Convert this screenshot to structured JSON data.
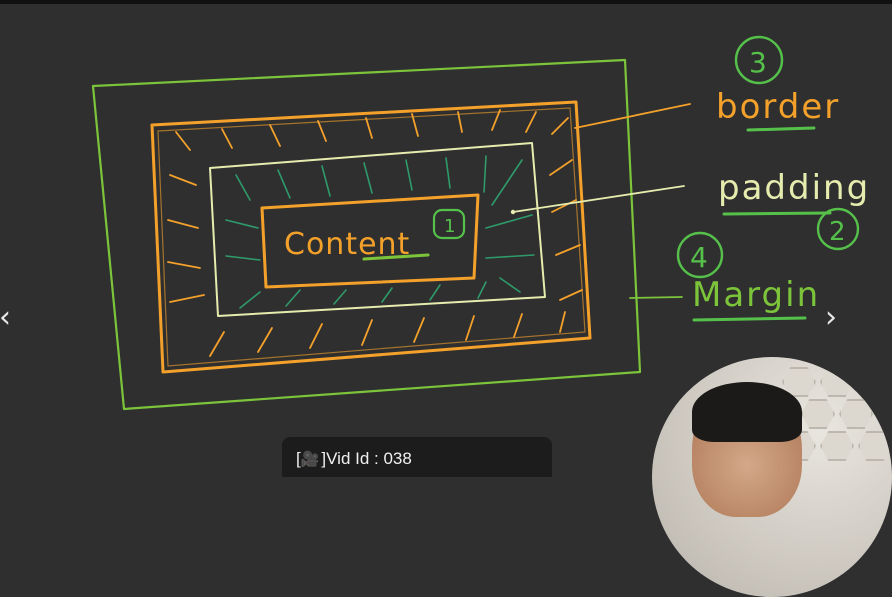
{
  "diagram": {
    "content_label": "Content",
    "labels": {
      "border": "border",
      "padding": "padding",
      "margin": "Margin"
    },
    "circled_numbers": {
      "content": "1",
      "padding": "2",
      "border": "3",
      "margin": "4"
    },
    "colors": {
      "background": "#2f2f30",
      "margin_green": "#7cc43a",
      "border_orange": "#f3a12a",
      "padding_yellow": "#e6ecae",
      "content_orange": "#f3a12a",
      "hatch_teal": "#2f9a6a",
      "number_green": "#56c14a"
    }
  },
  "video_badge": {
    "icon": "movie-camera-icon",
    "text": "]Vid Id : 038",
    "bracket": "["
  },
  "navigation": {
    "prev_glyph": "‹",
    "next_glyph": "›"
  }
}
